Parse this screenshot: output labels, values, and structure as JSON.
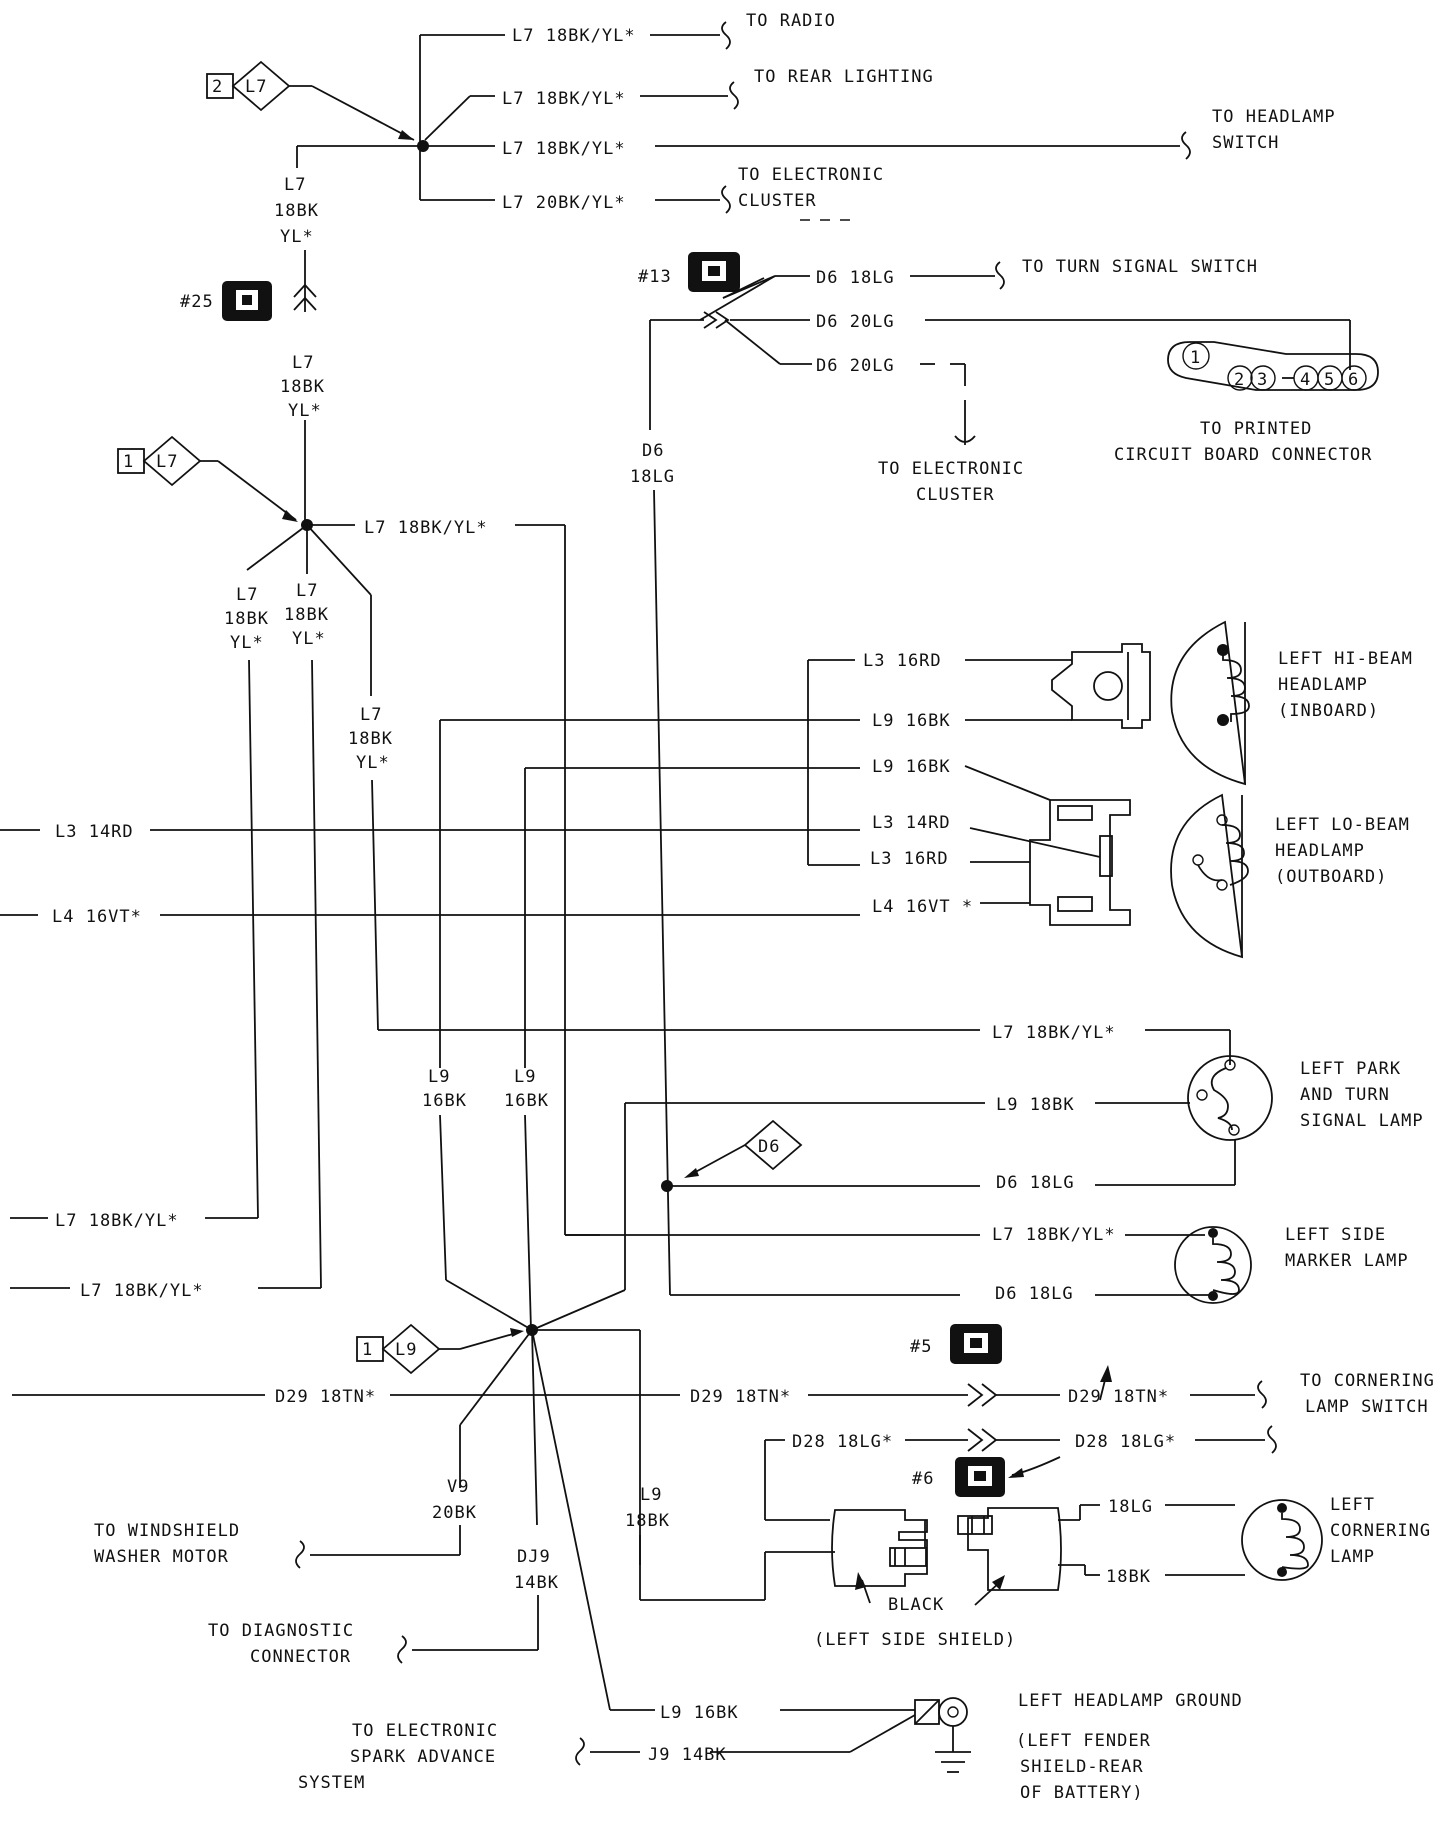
{
  "labels": {
    "l7_18bkyl_radio": "L7 18BK/YL*",
    "to_radio": "TO RADIO",
    "l7_18bkyl_rear": "L7 18BK/YL*",
    "to_rear_lighting": "TO REAR LIGHTING",
    "l7_18bkyl_hs": "L7 18BK/YL*",
    "to_headlamp_switch_1": "TO HEADLAMP",
    "to_headlamp_switch_2": "SWITCH",
    "l7_20bkyl": "L7 20BK/YL*",
    "to_electronic_cluster_1": "TO ELECTRONIC",
    "to_electronic_cluster_2": "CLUSTER",
    "splice_l7_top_num": "2",
    "splice_l7_top": "L7",
    "l7_v1": "L7",
    "18bk_v1": "18BK",
    "yl_v1": "YL*",
    "conn25": "#25",
    "l7_v2": "L7",
    "18bk_v2": "18BK",
    "yl_v2": "YL*",
    "splice_l7_mid_num": "1",
    "splice_l7_mid": "L7",
    "conn13": "#13",
    "d6_18lg_ts": "D6 18LG",
    "to_turn_signal_switch": "TO TURN SIGNAL SWITCH",
    "d6_20lg_a": "D6 20LG",
    "d6_20lg_b": "D6 20LG",
    "pcb_pins": [
      "1",
      "2",
      "3",
      "4",
      "5",
      "6"
    ],
    "to_pcb_1": "TO  PRINTED",
    "to_pcb_2": "CIRCUIT BOARD CONNECTOR",
    "to_elec_cluster2_1": "TO ELECTRONIC",
    "to_elec_cluster2_2": "CLUSTER",
    "d6_v": "D6",
    "18lg_v": "18LG",
    "l7_18bkyl_mid": "L7 18BK/YL*",
    "l7_b1": "L7",
    "18bk_b1": "18BK",
    "yl_b1": "YL*",
    "l7_b2": "L7",
    "18bk_b2": "18BK",
    "yl_b2": "YL*",
    "l7_b3": "L7",
    "18bk_b3": "18BK",
    "yl_b3": "YL*",
    "l3_16rd_hi": "L3 16RD",
    "l9_16bk_hi": "L9 16BK",
    "left_hi_beam_1": "LEFT HI-BEAM",
    "left_hi_beam_2": "HEADLAMP",
    "left_hi_beam_3": "(INBOARD)",
    "l9_16bk_lo": "L9 16BK",
    "l3_14rd_lo": "L3 14RD",
    "l3_16rd_lo": "L3 16RD",
    "l4_16vt_lo": "L4 16VT *",
    "left_lo_beam_1": "LEFT LO-BEAM",
    "left_lo_beam_2": "HEADLAMP",
    "left_lo_beam_3": "(OUTBOARD)",
    "l3_14rd_left": "L3 14RD",
    "l4_16vt_left": "L4 16VT*",
    "l7_18bkyl_park": "L7 18BK/YL*",
    "l9_18bk_park": "L9 18BK",
    "d6_18lg_park": "D6 18LG",
    "left_park_1": "LEFT PARK",
    "left_park_2": "AND TURN",
    "left_park_3": "SIGNAL LAMP",
    "l9_c1": "L9",
    "16bk_c1": "16BK",
    "l9_c2": "L9",
    "16bk_c2": "16BK",
    "splice_d6": "D6",
    "l7_18bkyl_left1": "L7 18BK/YL*",
    "l7_18bkyl_left2": "L7 18BK/YL*",
    "l7_18bkyl_side": "L7 18BK/YL*",
    "d6_18lg_side": "D6 18LG",
    "left_side_marker_1": "LEFT SIDE",
    "left_side_marker_2": "MARKER LAMP",
    "splice_l9_num": "1",
    "splice_l9": "L9",
    "conn5": "#5",
    "d29_18tn_left": "D29 18TN*",
    "d29_18tn_mid": "D29 18TN*",
    "d29_18tn_right": "D29 18TN*",
    "to_cornering_switch_1": "TO CORNERING",
    "to_cornering_switch_2": "LAMP SWITCH",
    "d28_18lg_a": "D28 18LG*",
    "d28_18lg_b": "D28 18LG*",
    "conn6": "#6",
    "18lg_corner": "18LG",
    "18bk_corner": "18BK",
    "left_cornering_1": "LEFT",
    "left_cornering_2": "CORNERING",
    "left_cornering_3": "LAMP",
    "v9": "V9",
    "20bk_v9": "20BK",
    "to_windshield_1": "TO WINDSHIELD",
    "to_windshield_2": "WASHER MOTOR",
    "dj9": "DJ9",
    "14bk_dj9": "14BK",
    "l9_v18": "L9",
    "18bk_v18": "18BK",
    "black": "BLACK",
    "left_side_shield": "(LEFT SIDE SHIELD)",
    "to_diag_1": "TO DIAGNOSTIC",
    "to_diag_2": "CONNECTOR",
    "l9_16bk_gnd": "L9  16BK",
    "j9_14bk": "J9 14BK",
    "left_headlamp_ground": "LEFT HEADLAMP GROUND",
    "fender_1": "(LEFT FENDER",
    "fender_2": "SHIELD-REAR",
    "fender_3": "OF BATTERY)",
    "to_esa_1": "TO ELECTRONIC",
    "to_esa_2": "SPARK ADVANCE",
    "to_esa_3": "SYSTEM"
  }
}
